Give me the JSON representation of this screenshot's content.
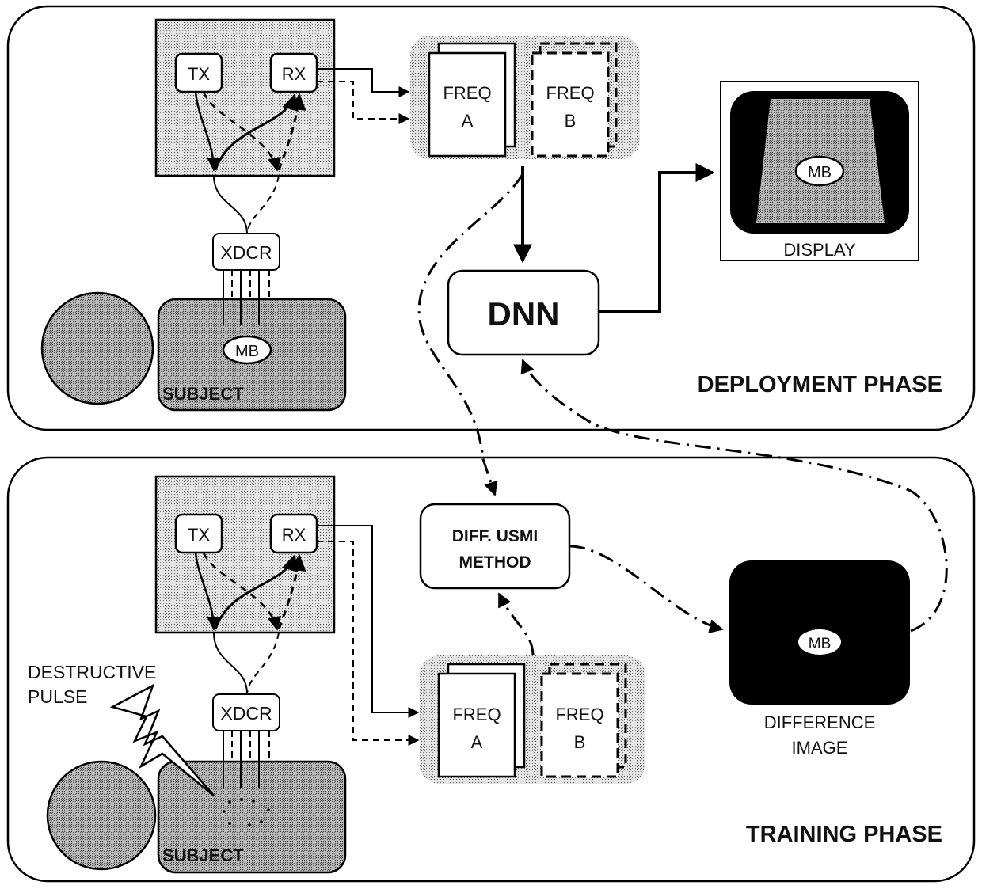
{
  "deployment": {
    "phase_label": "DEPLOYMENT PHASE",
    "tx": "TX",
    "rx": "RX",
    "xdcr": "XDCR",
    "subject": "SUBJECT",
    "mb": "MB",
    "freq_a": [
      "FREQ",
      "A"
    ],
    "freq_b": [
      "FREQ",
      "B"
    ],
    "dnn": "DNN",
    "display": "DISPLAY",
    "display_mb": "MB"
  },
  "training": {
    "phase_label": "TRAINING PHASE",
    "tx": "TX",
    "rx": "RX",
    "xdcr": "XDCR",
    "subject": "SUBJECT",
    "destructive_pulse": [
      "DESTRUCTIVE",
      "PULSE"
    ],
    "freq_a": [
      "FREQ",
      "A"
    ],
    "freq_b": [
      "FREQ",
      "B"
    ],
    "diff_method": [
      "DIFF. USMI",
      "METHOD"
    ],
    "difference_image": [
      "DIFFERENCE",
      "IMAGE"
    ],
    "diff_mb": "MB"
  }
}
